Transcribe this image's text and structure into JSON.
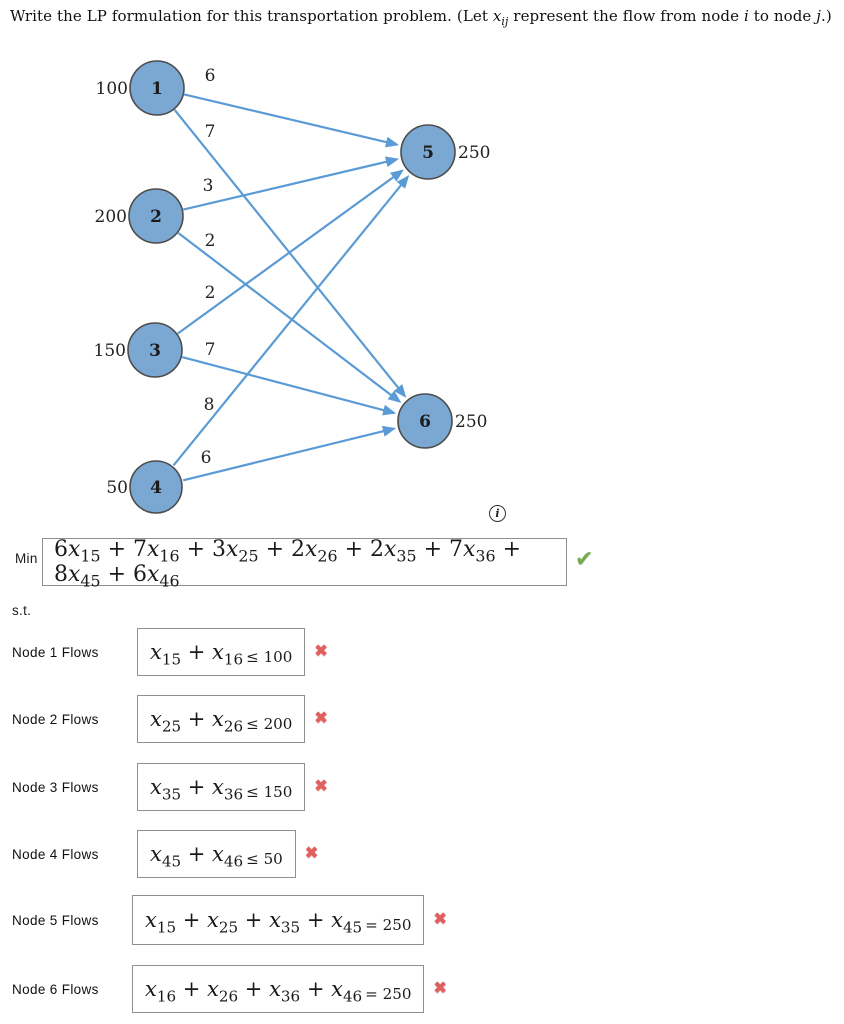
{
  "title": "Write the LP formulation for this transportation problem. (Let x_{ij} represent the flow from node *i* to node *j*.)",
  "info_icon_glyph": "i",
  "icons": {
    "correct": "✔",
    "incorrect": "✖",
    "info": "circled-italic-i"
  },
  "colors": {
    "node_fill": "#7BA7D3",
    "node_stroke": "#4d4d4d",
    "arrow_blue": "#5B9BD5",
    "correct_green": "#74ab50",
    "incorrect_red": "#e06060",
    "box_border": "#909090"
  },
  "diagram": {
    "supply_nodes": [
      {
        "label": "1",
        "supply": "100"
      },
      {
        "label": "2",
        "supply": "200"
      },
      {
        "label": "3",
        "supply": "150"
      },
      {
        "label": "4",
        "supply": "50"
      }
    ],
    "demand_nodes": [
      {
        "label": "5",
        "demand": "250"
      },
      {
        "label": "6",
        "demand": "250"
      }
    ],
    "arcs": [
      {
        "from": "1",
        "to": "5",
        "cost": "6"
      },
      {
        "from": "1",
        "to": "6",
        "cost": "7"
      },
      {
        "from": "2",
        "to": "5",
        "cost": "3"
      },
      {
        "from": "2",
        "to": "6",
        "cost": "2"
      },
      {
        "from": "3",
        "to": "5",
        "cost": "2"
      },
      {
        "from": "3",
        "to": "6",
        "cost": "7"
      },
      {
        "from": "4",
        "to": "5",
        "cost": "8"
      },
      {
        "from": "4",
        "to": "6",
        "cost": "6"
      }
    ]
  },
  "objective": {
    "label": "Min",
    "expression": "6x_{15} + 7x_{16} + 3x_{25} + 2x_{26} + 2x_{35} + 7x_{36} + 8x_{45} + 6x_{46}",
    "status": "correct"
  },
  "st_label": "s.t.",
  "constraints": [
    {
      "label": "Node 1 Flows",
      "terms": "x_{15} + x_{16}",
      "relation": "≤ 100",
      "status": "incorrect"
    },
    {
      "label": "Node 2 Flows",
      "terms": "x_{25} + x_{26}",
      "relation": "≤ 200",
      "status": "incorrect"
    },
    {
      "label": "Node 3 Flows",
      "terms": "x_{35} + x_{36}",
      "relation": "≤ 150",
      "status": "incorrect"
    },
    {
      "label": "Node 4 Flows",
      "terms": "x_{45} + x_{46}",
      "relation": "≤ 50",
      "status": "incorrect"
    },
    {
      "label": "Node 5 Flows",
      "terms": "x_{15} + x_{25} + x_{35} + x_{45}",
      "relation": "= 250",
      "status": "incorrect"
    },
    {
      "label": "Node 6 Flows",
      "terms": "x_{16} + x_{26} + x_{36} + x_{46}",
      "relation": "= 250",
      "status": "incorrect"
    }
  ]
}
